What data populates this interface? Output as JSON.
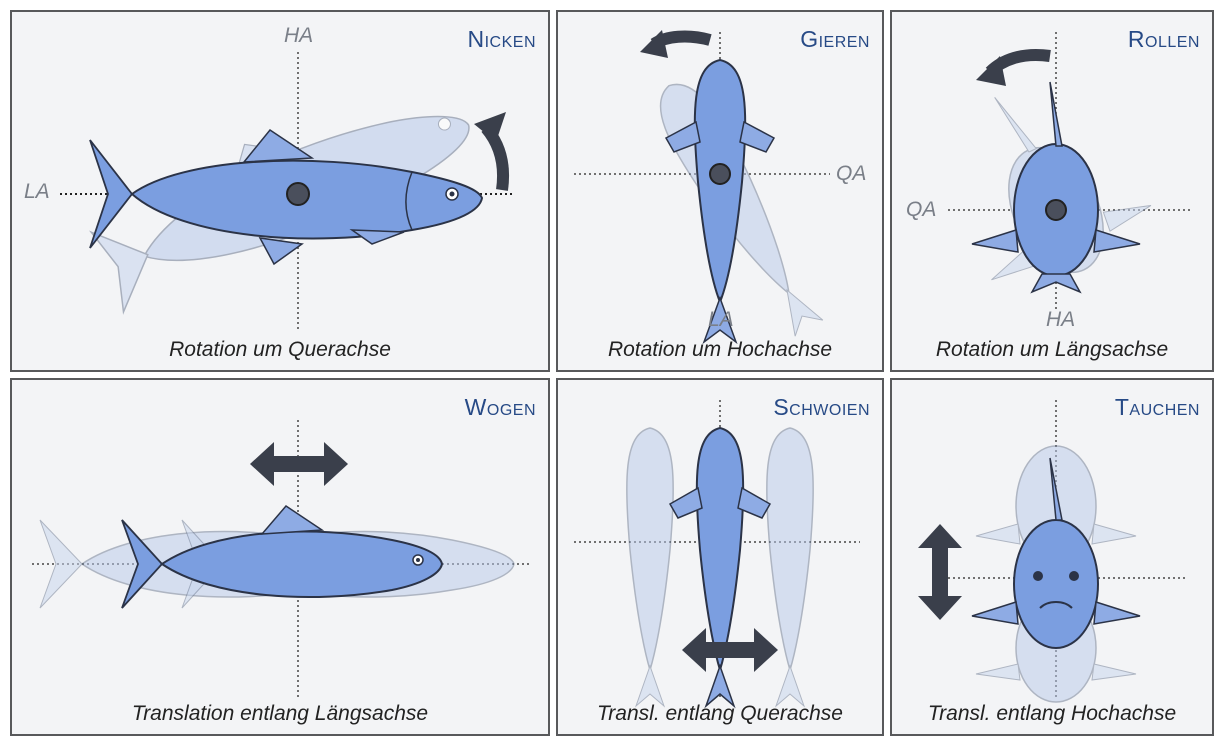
{
  "panels": [
    {
      "title": "Nicken",
      "caption": "Rotation um Querachse",
      "axes": {
        "top": "HA",
        "left": "LA"
      }
    },
    {
      "title": "Gieren",
      "caption": "Rotation um Hochachse",
      "axes": {
        "right": "QA",
        "bottom": "LA"
      }
    },
    {
      "title": "Rollen",
      "caption": "Rotation um Längsachse",
      "axes": {
        "left": "QA",
        "bottom": "HA"
      }
    },
    {
      "title": "Wogen",
      "caption": "Translation entlang Längsachse"
    },
    {
      "title": "Schwoien",
      "caption": "Transl. entlang Querachse"
    },
    {
      "title": "Tauchen",
      "caption": "Transl. entlang Hochachse"
    }
  ],
  "colors": {
    "title": "#274a86",
    "fish_fill": "#7b9ee0",
    "fish_ghost": "#b8c9ea",
    "fish_outline": "#2b3347",
    "arrow": "#3a3f4b",
    "panel_border": "#58595b",
    "panel_bg": "#f3f4f6",
    "axis_label": "#7a7f88"
  },
  "icons": [
    "fish-side-view",
    "fish-top-view",
    "fish-front-view",
    "curved-arrow",
    "double-arrow",
    "center-of-gravity-dot"
  ]
}
